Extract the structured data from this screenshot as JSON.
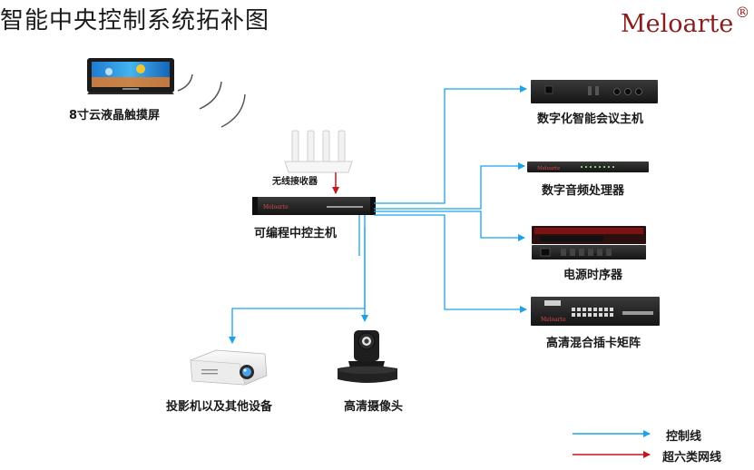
{
  "title": "智能中央控制系统拓补图",
  "brand": {
    "name": "Meloarte",
    "mark": "®"
  },
  "devices": {
    "touchscreen": "8寸云液晶触摸屏",
    "wireless_receiver": "无线接收器",
    "central_host": "可编程中控主机",
    "conference_host": "数字化智能会议主机",
    "audio_processor": "数字音频处理器",
    "power_sequencer": "电源时序器",
    "matrix": "高清混合插卡矩阵",
    "projector": "投影机以及其他设备",
    "camera": "高清摄像头"
  },
  "legend": {
    "control_line": {
      "label": "控制线",
      "color": "#1aa3e8"
    },
    "network_line": {
      "label": "超六类网线",
      "color": "#c4161c"
    }
  }
}
